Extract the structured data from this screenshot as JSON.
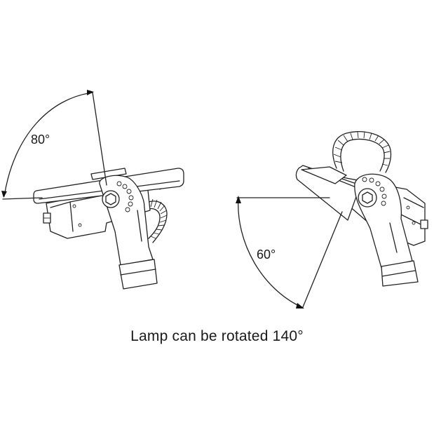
{
  "diagram": {
    "left_angle_label": "80°",
    "right_angle_label": "60°",
    "caption": "Lamp can be rotated 140°"
  },
  "colors": {
    "line": "#222222",
    "background": "#ffffff"
  }
}
